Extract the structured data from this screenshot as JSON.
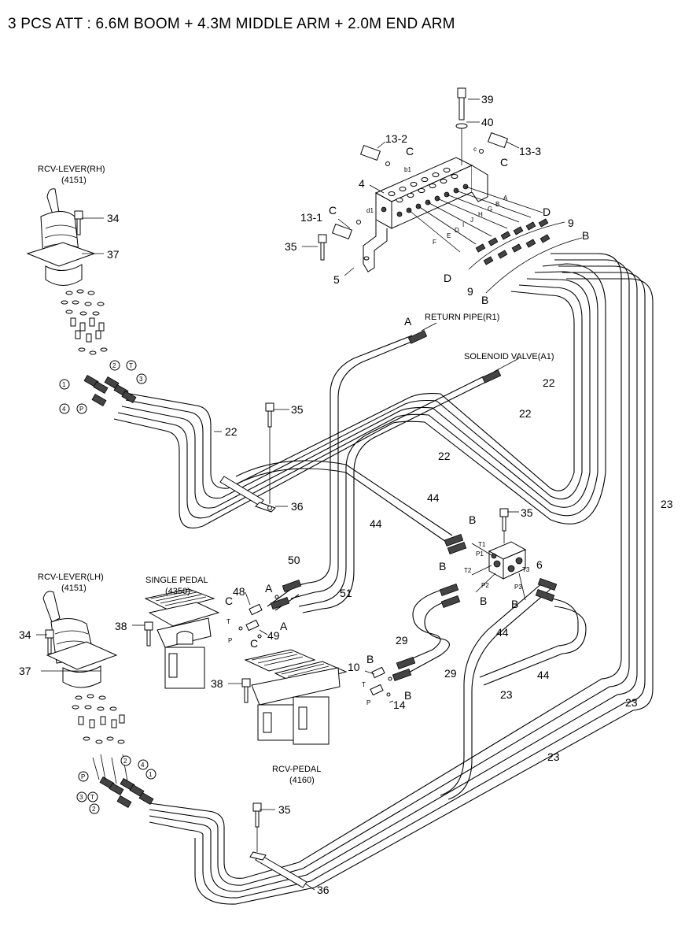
{
  "title": "3 PCS ATT : 6.6M BOOM + 4.3M MIDDLE ARM + 2.0M END ARM",
  "captions": {
    "rcv_rh": "RCV-LEVER(RH)",
    "rcv_rh_no": "(4151)",
    "rcv_lh": "RCV-LEVER(LH)",
    "rcv_lh_no": "(4151)",
    "single_pedal": "SINGLE PEDAL",
    "single_pedal_no": "(4350)",
    "rcv_pedal": "RCV-PEDAL",
    "rcv_pedal_no": "(4160)",
    "return_pipe": "RETURN PIPE(R1)",
    "solenoid_valve": "SOLENOID VALVE(A1)"
  },
  "callouts": [
    {
      "id": "c39",
      "text": "39"
    },
    {
      "id": "c40",
      "text": "40"
    },
    {
      "id": "c13_2",
      "text": "13-2"
    },
    {
      "id": "c13_3",
      "text": "13-3"
    },
    {
      "id": "c13_1",
      "text": "13-1"
    },
    {
      "id": "c4",
      "text": "4"
    },
    {
      "id": "c5",
      "text": "5"
    },
    {
      "id": "c35a",
      "text": "35"
    },
    {
      "id": "c35b",
      "text": "35"
    },
    {
      "id": "c35c",
      "text": "35"
    },
    {
      "id": "c35d",
      "text": "35"
    },
    {
      "id": "c34a",
      "text": "34"
    },
    {
      "id": "c34b",
      "text": "34"
    },
    {
      "id": "c37a",
      "text": "37"
    },
    {
      "id": "c37b",
      "text": "37"
    },
    {
      "id": "c22a",
      "text": "22"
    },
    {
      "id": "c22b",
      "text": "22"
    },
    {
      "id": "c22c",
      "text": "22"
    },
    {
      "id": "c22d",
      "text": "22"
    },
    {
      "id": "c23a",
      "text": "23"
    },
    {
      "id": "c23b",
      "text": "23"
    },
    {
      "id": "c23c",
      "text": "23"
    },
    {
      "id": "c23d",
      "text": "23"
    },
    {
      "id": "c36a",
      "text": "36"
    },
    {
      "id": "c36b",
      "text": "36"
    },
    {
      "id": "c44a",
      "text": "44"
    },
    {
      "id": "c44b",
      "text": "44"
    },
    {
      "id": "c44c",
      "text": "44"
    },
    {
      "id": "c44d",
      "text": "44"
    },
    {
      "id": "c50",
      "text": "50"
    },
    {
      "id": "c51",
      "text": "51"
    },
    {
      "id": "c6",
      "text": "6"
    },
    {
      "id": "c29a",
      "text": "29"
    },
    {
      "id": "c29b",
      "text": "29"
    },
    {
      "id": "c48",
      "text": "48"
    },
    {
      "id": "c49",
      "text": "49"
    },
    {
      "id": "c38a",
      "text": "38"
    },
    {
      "id": "c38b",
      "text": "38"
    },
    {
      "id": "c10",
      "text": "10"
    },
    {
      "id": "c14",
      "text": "14"
    },
    {
      "id": "c9a",
      "text": "9"
    },
    {
      "id": "c9b",
      "text": "9"
    }
  ],
  "port_letters": {
    "C": "C",
    "D": "D",
    "B": "B",
    "A": "A"
  },
  "small_marks": {
    "b1": "b1",
    "c": "c",
    "d1": "d1",
    "A": "A",
    "B": "B",
    "G": "G",
    "H": "H",
    "J": "J",
    "I": "I",
    "D": "D",
    "E": "E",
    "F": "F",
    "T": "T",
    "P": "P",
    "T1": "T1",
    "T2": "T2",
    "T3": "T3",
    "P1": "P1",
    "P2": "P2",
    "P3": "P3"
  },
  "circle_marks_rh": [
    "1",
    "2",
    "T",
    "3",
    "4",
    "P"
  ],
  "circle_marks_lh": [
    "P",
    "2",
    "4",
    "1",
    "3",
    "T",
    "2"
  ]
}
